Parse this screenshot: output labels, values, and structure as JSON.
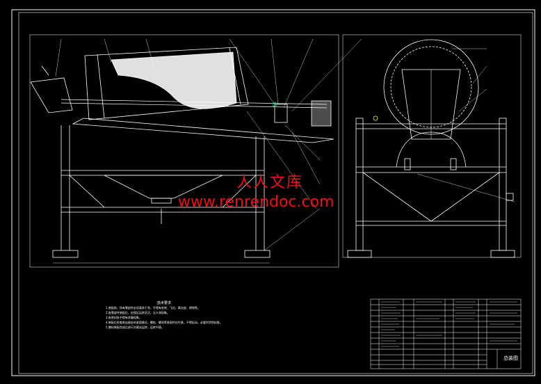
{
  "watermark": {
    "chinese": "人人文库",
    "url": "www.renrendoc.com",
    "color": "#e8101a"
  },
  "colors": {
    "background": "#000000",
    "lines": "#ffffff",
    "accent_yellow": "#ffff00",
    "accent_green": "#00cc66"
  },
  "tech_requirements": {
    "title": "技术要求",
    "lines": [
      "1.装配前，所有零部件必须清洗干净，不得有毛刺、飞边、氧化皮、锈蚀等。",
      "2.各零部件装配后，应保证运转灵活，无卡滞现象。",
      "3.各密封处不得有渗漏现象。",
      "4.装配后检查各连接处的紧固情况，螺栓、螺母等紧固件应拧紧，不得松动。必要时涂防松胶。",
      "5.整机装配完成后进行空载试运转，运转平稳。"
    ]
  },
  "title_block": {
    "drawing_name": "总装图"
  }
}
